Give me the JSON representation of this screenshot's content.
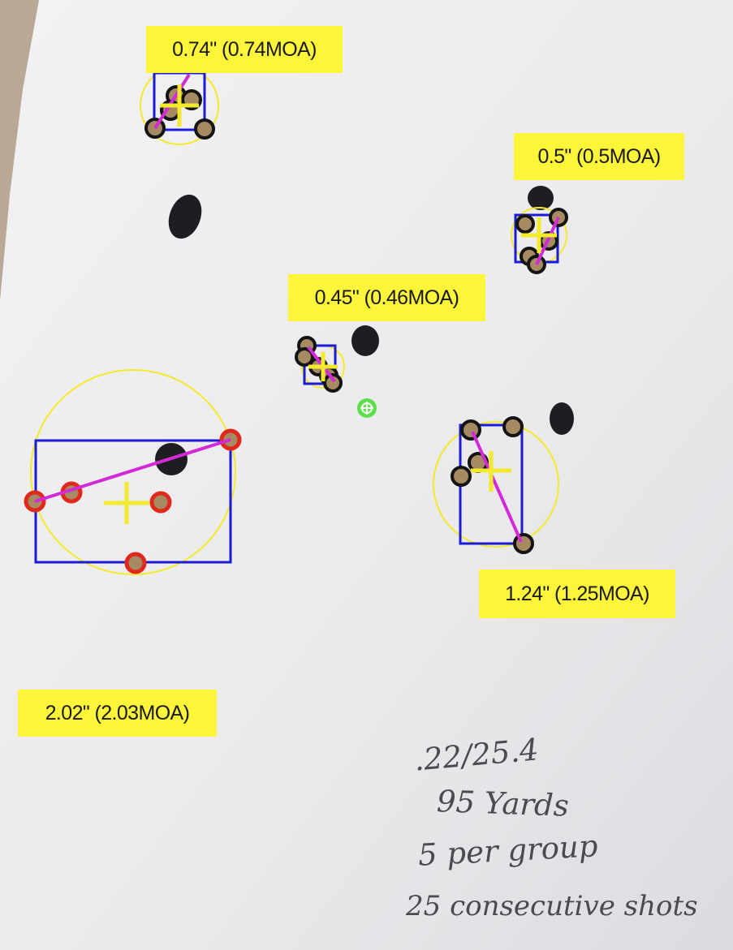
{
  "groups": [
    {
      "id": "g1",
      "label": "0.74\" (0.74MOA)"
    },
    {
      "id": "g2",
      "label": "0.5\" (0.5MOA)"
    },
    {
      "id": "g3",
      "label": "0.45\" (0.46MOA)"
    },
    {
      "id": "g4",
      "label": "1.24\" (1.25MOA)"
    },
    {
      "id": "g5",
      "label": "2.02\" (2.03MOA)"
    }
  ],
  "notes": [
    ".22/25.4",
    "95 Yards",
    "5 per group",
    "25 consecutive shots"
  ],
  "colors": {
    "paper": "#ececee",
    "label_bg": "#fdf53a",
    "group_box": "#1a1ad8",
    "extreme_spread_line": "#d22ad6",
    "group_circle": "#f2ea2a",
    "shot_marker": "#141414",
    "flagged_shot_marker": "#e0281c",
    "aim_point": "#5ee04a"
  }
}
